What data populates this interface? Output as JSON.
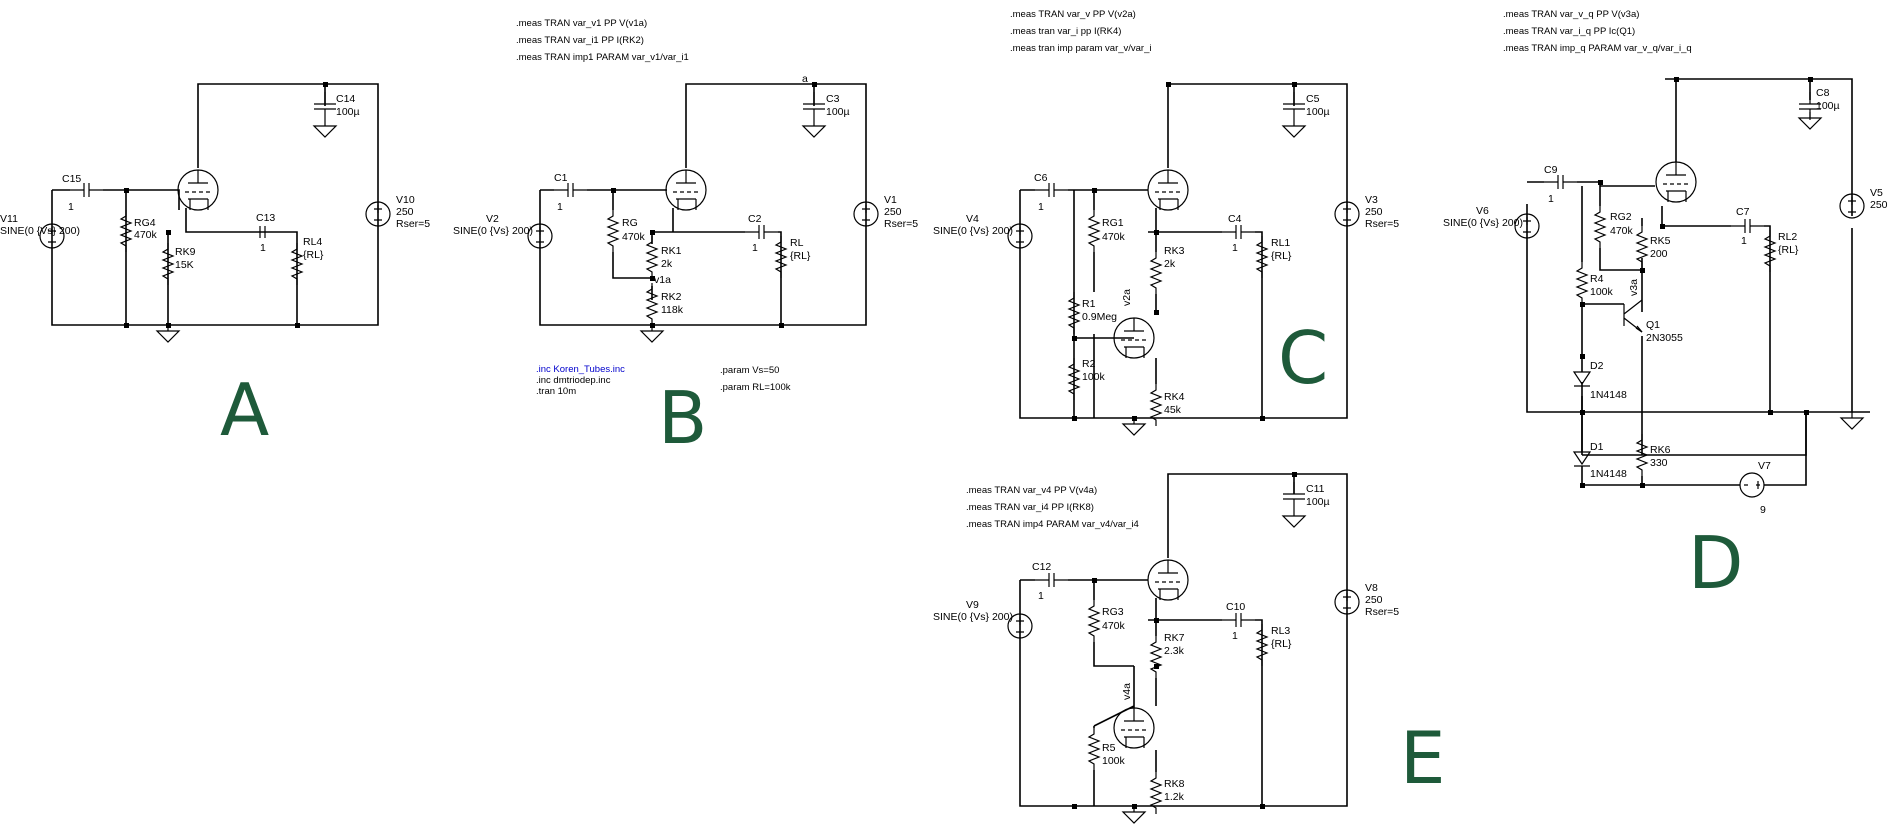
{
  "colors": {
    "wire": "#000000",
    "section_letter": "#1e5a3a",
    "inc_link": "#0000cc",
    "background": "#ffffff"
  },
  "sections": {
    "a": "A",
    "b": "B",
    "c": "C",
    "d": "D",
    "e": "E"
  },
  "directives": {
    "b": [
      ".meas TRAN var_v1 PP V(v1a)",
      ".meas TRAN var_i1 PP I(RK2)",
      ".meas TRAN imp1 PARAM var_v1/var_i1"
    ],
    "c": [
      ".meas TRAN var_v PP V(v2a)",
      ".meas tran var_i pp I(RK4)",
      ".meas tran imp param var_v/var_i"
    ],
    "d": [
      ".meas TRAN var_v_q PP V(v3a)",
      ".meas TRAN var_i_q PP Ic(Q1)",
      ".meas TRAN imp_q PARAM var_v_q/var_i_q"
    ],
    "e": [
      ".meas TRAN var_v4 PP V(v4a)",
      ".meas TRAN var_i4 PP I(RK8)",
      ".meas TRAN imp4 PARAM var_v4/var_i4"
    ],
    "inc_koren": ".inc Koren_Tubes.inc",
    "inc_dmt": ".inc dmtriodep.inc",
    "tran": ".tran 10m",
    "param_vs": ".param Vs=50",
    "param_rl": ".param RL=100k"
  },
  "components": {
    "a": {
      "c15": "C15",
      "c15_v": "1",
      "v11": "V11",
      "v11_src": "SINE(0 {Vs} 200)",
      "rg4": "RG4",
      "rg4_v": "470k",
      "rk9": "RK9",
      "rk9_v": "15K",
      "c13": "C13",
      "c13_v": "1",
      "rl4": "RL4",
      "rl4_v": "{RL}",
      "c14": "C14",
      "c14_v": "100µ",
      "v10": "V10",
      "v10_v": "250",
      "v10_r": "Rser=5"
    },
    "b": {
      "v2": "V2",
      "v2_src": "SINE(0 {Vs} 200)",
      "c1": "C1",
      "c1_v": "1",
      "rg": "RG",
      "rg_v": "470k",
      "rk1": "RK1",
      "rk1_v": "2k",
      "node": "v1a",
      "rk2": "RK2",
      "rk2_v": "118k",
      "c2": "C2",
      "c2_v": "1",
      "rl": "RL",
      "rl_v": "{RL}",
      "c3": "C3",
      "c3_v": "100µ",
      "node_a": "a",
      "v1": "V1",
      "v1_v": "250",
      "v1_r": "Rser=5"
    },
    "c": {
      "v4": "V4",
      "v4_src": "SINE(0 {Vs} 200)",
      "c6": "C6",
      "c6_v": "1",
      "rg1": "RG1",
      "rg1_v": "470k",
      "rk3": "RK3",
      "rk3_v": "2k",
      "node": "v2a",
      "r1": "R1",
      "r1_v": "0.9Meg",
      "r2": "R2",
      "r2_v": "100k",
      "rk4": "RK4",
      "rk4_v": "45k",
      "c4": "C4",
      "c4_v": "1",
      "rl1": "RL1",
      "rl1_v": "{RL}",
      "c5": "C5",
      "c5_v": "100µ",
      "v3": "V3",
      "v3_v": "250",
      "v3_r": "Rser=5"
    },
    "d": {
      "v6": "V6",
      "v6_src": "SINE(0 {Vs} 200)",
      "c9": "C9",
      "c9_v": "1",
      "rg2": "RG2",
      "rg2_v": "470k",
      "rk5": "RK5",
      "rk5_v": "200",
      "node": "v3a",
      "r4": "R4",
      "r4_v": "100k",
      "q1": "Q1",
      "q1_v": "2N3055",
      "d2": "D2",
      "d2_v": "1N4148",
      "d1": "D1",
      "d1_v": "1N4148",
      "rk6": "RK6",
      "rk6_v": "330",
      "v7": "V7",
      "v7_v": "9",
      "c7": "C7",
      "c7_v": "1",
      "rl2": "RL2",
      "rl2_v": "{RL}",
      "c8": "C8",
      "c8_v": "100µ",
      "v5": "V5",
      "v5_v": "250"
    },
    "e": {
      "v9": "V9",
      "v9_src": "SINE(0 {Vs} 200)",
      "c12": "C12",
      "c12_v": "1",
      "rg3": "RG3",
      "rg3_v": "470k",
      "rk7": "RK7",
      "rk7_v": "2.3k",
      "node": "v4a",
      "r5": "R5",
      "r5_v": "100k",
      "rk8": "RK8",
      "rk8_v": "1.2k",
      "c10": "C10",
      "c10_v": "1",
      "rl3": "RL3",
      "rl3_v": "{RL}",
      "c11": "C11",
      "c11_v": "100µ",
      "v8": "V8",
      "v8_v": "250",
      "v8_r": "Rser=5"
    }
  }
}
